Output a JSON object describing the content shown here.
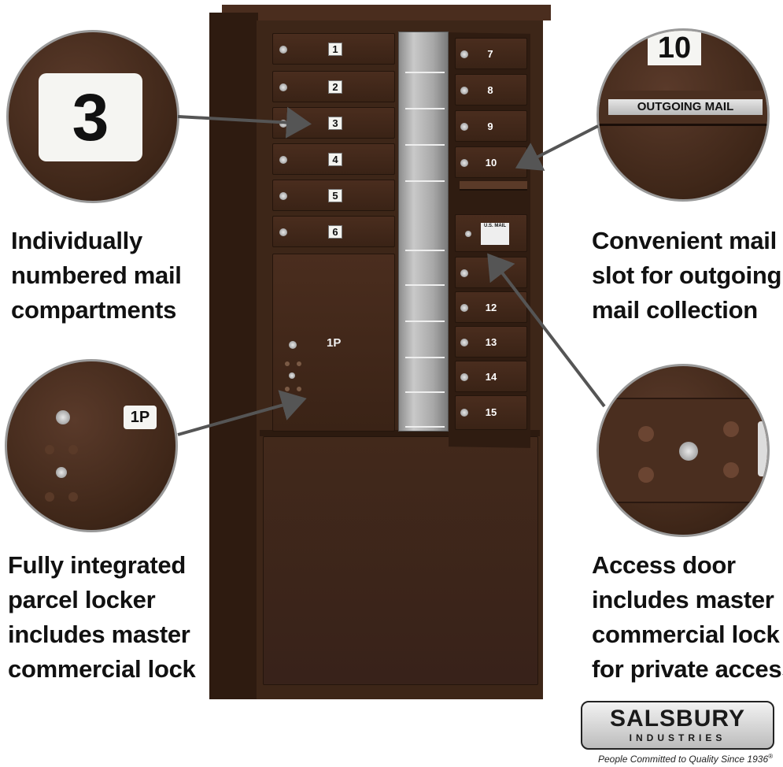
{
  "captions": {
    "top_left": [
      "Individually",
      "numbered mail",
      "compartments"
    ],
    "top_right": [
      "Convenient mail",
      "slot for outgoing",
      "mail collection"
    ],
    "bottom_left": [
      "Fully integrated",
      "parcel locker",
      "includes master",
      "commercial lock"
    ],
    "bottom_right": [
      "Access door",
      "includes master",
      "commercial lock",
      "for private access"
    ]
  },
  "callouts": {
    "number_tag": "3",
    "slot_number": "10",
    "slot_label": "OUTGOING MAIL",
    "parcel_tag": "1P"
  },
  "mailbox": {
    "left_doors": [
      "1",
      "2",
      "3",
      "4",
      "5",
      "6"
    ],
    "right_doors_top": [
      "7",
      "8",
      "9",
      "10"
    ],
    "right_doors_bottom": [
      "12",
      "13",
      "14",
      "15"
    ],
    "parcel_label": "1P",
    "plate_text": "U.S. MAIL"
  },
  "brand": {
    "name": "SALSBURY",
    "sub": "INDUSTRIES",
    "tagline": "People Committed to Quality Since 1936",
    "reg": "®"
  }
}
